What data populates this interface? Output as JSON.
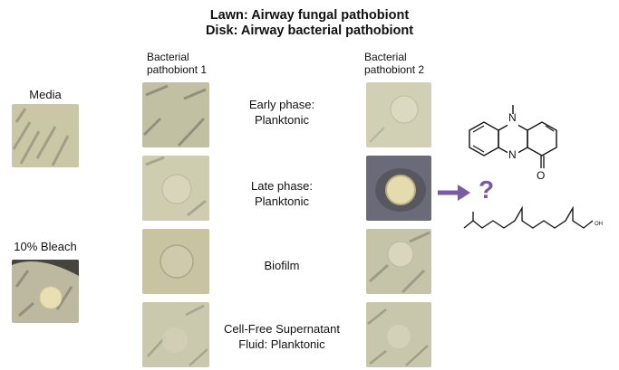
{
  "header": {
    "line1": "Lawn: Airway fungal pathobiont",
    "line2": "Disk: Airway bacterial pathobiont"
  },
  "columns": {
    "col1": [
      "Bacterial",
      "pathobiont 1"
    ],
    "col2": [
      "Bacterial",
      "pathobiont 2"
    ]
  },
  "controls": {
    "media": "Media",
    "bleach": "10% Bleach"
  },
  "conditions": [
    [
      "Early phase:",
      "Planktonic"
    ],
    [
      "Late phase:",
      "Planktonic"
    ],
    [
      "Biofilm"
    ],
    [
      "Cell-Free Supernatant",
      "Fluid: Planktonic"
    ]
  ],
  "annotation": {
    "question_mark": "?",
    "accent_color": "#7a5aa6"
  },
  "chem": {
    "n_label": "N",
    "o_label": "O",
    "oh_label": "OH"
  }
}
